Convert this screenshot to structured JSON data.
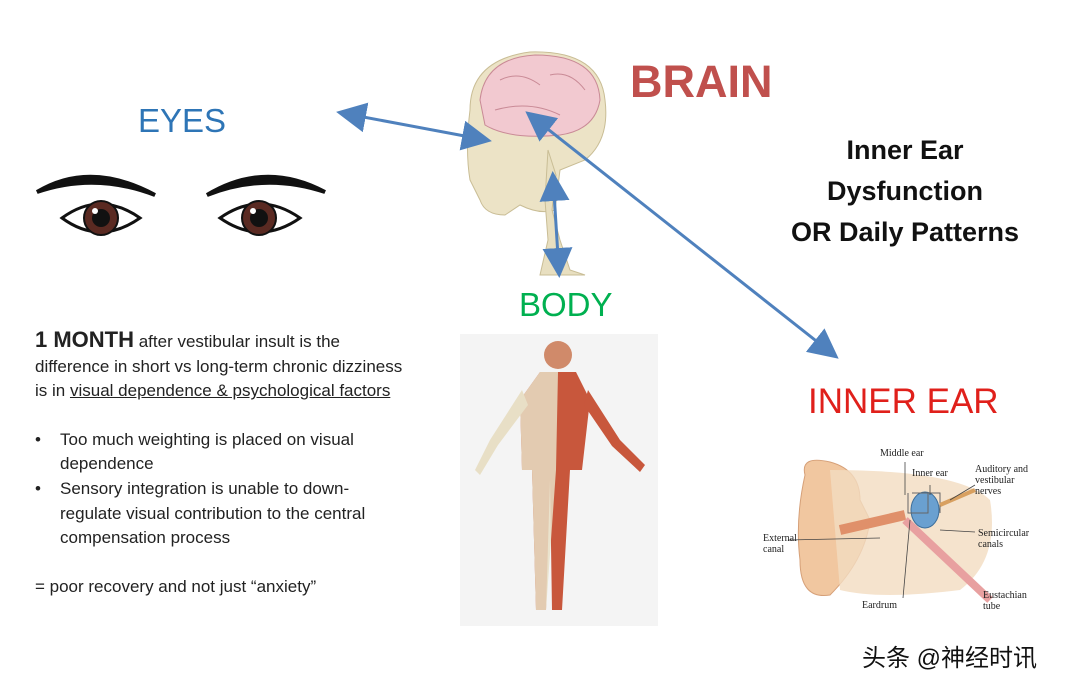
{
  "labels": {
    "eyes": "EYES",
    "brain": "BRAIN",
    "body": "BODY",
    "inner_ear": "INNER EAR"
  },
  "cause_lines": [
    "Inner Ear",
    "Dysfunction",
    "OR Daily Patterns"
  ],
  "text_block": {
    "lead_bold": "1 MONTH",
    "lead_rest": " after vestibular insult is the difference in short vs long-term chronic dizziness is in ",
    "lead_underlined": "visual dependence & psychological factors",
    "bullets": [
      "Too much weighting is placed on visual dependence",
      "Sensory integration is unable to down-regulate visual contribution to the central compensation process"
    ],
    "conclusion": "= poor recovery and not just “anxiety”"
  },
  "ear_diagram_labels": {
    "middle_ear": "Middle ear",
    "inner_ear": "Inner ear",
    "nerves": "Auditory and vestibular nerves",
    "external_canal": "External canal",
    "semicircular": "Semicircular canals",
    "eardrum": "Eardrum",
    "eustachian": "Eustachian tube"
  },
  "watermark": "头条 @神经时讯",
  "colors": {
    "eyes": "#2e75b6",
    "brain": "#c0504d",
    "body": "#00b050",
    "inner_ear": "#e0201b",
    "arrow": "#4f81bd"
  }
}
